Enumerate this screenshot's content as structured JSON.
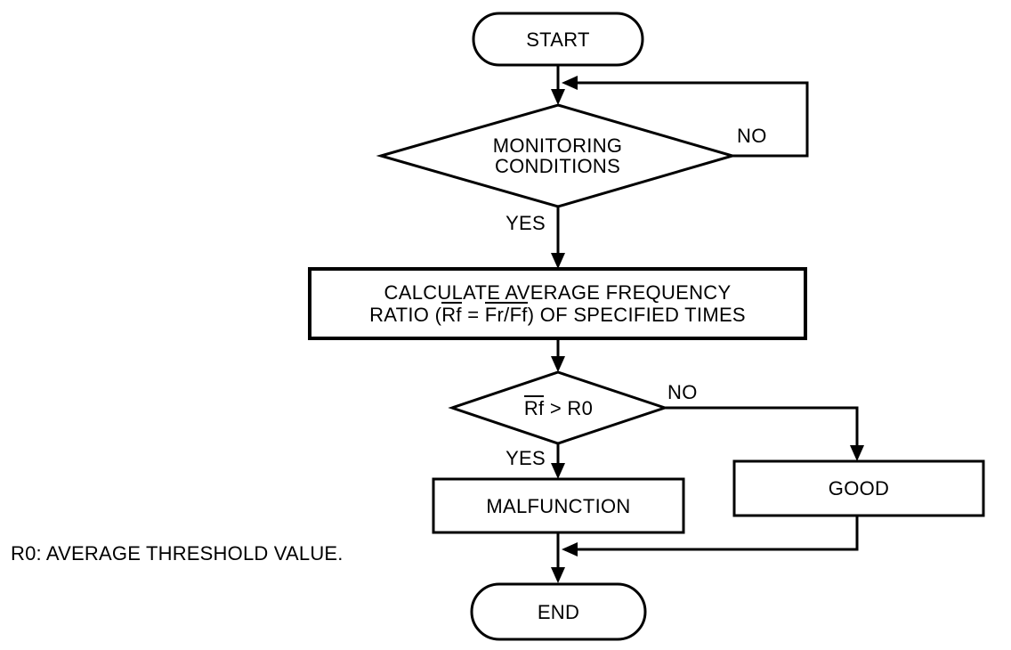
{
  "diagram_type": "flowchart",
  "colors": {
    "line": "#000000",
    "background": "#ffffff",
    "text": "#000000"
  },
  "nodes": {
    "start": {
      "type": "terminator",
      "label": "START"
    },
    "monitoring_decision": {
      "type": "decision",
      "line1": "MONITORING",
      "line2": "CONDITIONS"
    },
    "calculate_process": {
      "type": "process",
      "line1": "CALCULATE AVERAGE FREQUENCY",
      "line2_p1": "RATIO (",
      "line2_rf_overlined": "Rf",
      "line2_p2": " = ",
      "line2_frff_overlined": "Fr/Ff",
      "line2_p3": ") OF SPECIFIED TIMES"
    },
    "ratio_decision": {
      "type": "decision",
      "rf_overlined": "Rf",
      "rest": " > R0"
    },
    "malfunction": {
      "type": "process",
      "label": "MALFUNCTION"
    },
    "good": {
      "type": "process",
      "label": "GOOD"
    },
    "end": {
      "type": "terminator",
      "label": "END"
    }
  },
  "edge_labels": {
    "monitoring_no": "NO",
    "monitoring_yes": "YES",
    "ratio_no": "NO",
    "ratio_yes": "YES"
  },
  "footnote": "R0: AVERAGE THRESHOLD VALUE."
}
